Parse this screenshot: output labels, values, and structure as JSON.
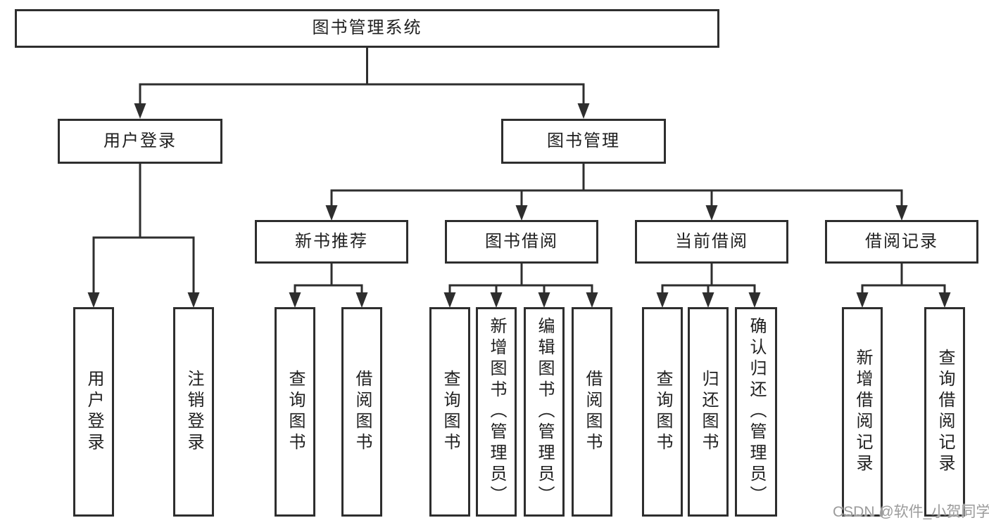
{
  "diagram": {
    "root": {
      "label": "图书管理系统"
    },
    "branches": [
      {
        "label": "用户登录",
        "children": [
          {
            "label": "用户登录"
          },
          {
            "label": "注销登录"
          }
        ]
      },
      {
        "label": "图书管理",
        "sections": [
          {
            "label": "新书推荐",
            "children": [
              {
                "label": "查询图书"
              },
              {
                "label": "借阅图书"
              }
            ]
          },
          {
            "label": "图书借阅",
            "children": [
              {
                "label": "查询图书"
              },
              {
                "label": "新增图书（管理员）"
              },
              {
                "label": "编辑图书（管理员）"
              },
              {
                "label": "借阅图书"
              }
            ]
          },
          {
            "label": "当前借阅",
            "children": [
              {
                "label": "查询图书"
              },
              {
                "label": "归还图书"
              },
              {
                "label": "确认归还（管理员）"
              }
            ]
          },
          {
            "label": "借阅记录",
            "children": [
              {
                "label": "新增借阅记录"
              },
              {
                "label": "查询借阅记录"
              }
            ]
          }
        ]
      }
    ]
  },
  "watermark": {
    "text": "CSDN @软件_小贺同学"
  },
  "colors": {
    "line": "#2e2e2e",
    "border": "#2e2e2e",
    "text": "#1f1f1f",
    "watermark": "#9b9b9b",
    "background": "#ffffff"
  }
}
